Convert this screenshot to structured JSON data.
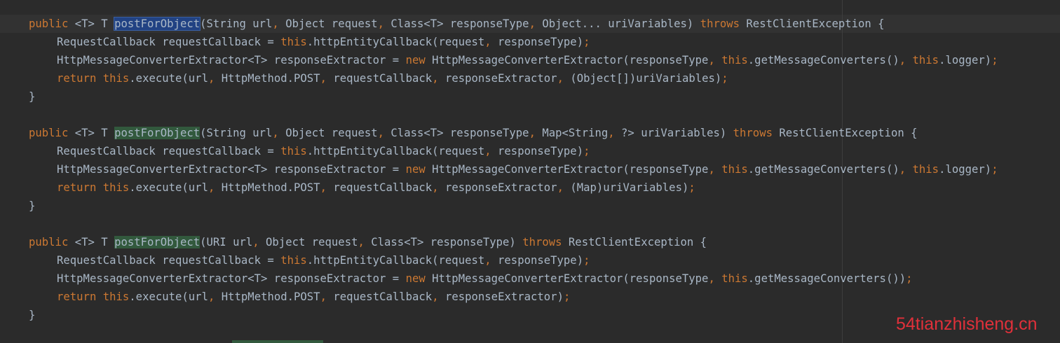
{
  "code": {
    "m1_header": {
      "kw_public": "public",
      "generic_T": "<T>",
      "ret_T": " T ",
      "method": "postForObject",
      "p1": "(String url",
      "c1": ", ",
      "p2": "Object request",
      "c2": ", ",
      "p3": "Class<T> responseType",
      "c3": ", ",
      "p4": "Object... uriVariables) ",
      "kw_throws": "throws",
      "tail": " RestClientException {"
    },
    "m1_line1": {
      "a": "RequestCallback requestCallback = ",
      "this": "this",
      "b": ".httpEntityCallback(request",
      "c": ", ",
      "d": "responseType)",
      "semi": ";"
    },
    "m1_line2": {
      "a": "HttpMessageConverterExtractor<T> responseExtractor = ",
      "new": "new",
      "b": " HttpMessageConverterExtractor(responseType",
      "c": ", ",
      "this1": "this",
      "d": ".getMessageConverters()",
      "c2": ", ",
      "this2": "this",
      "e": ".logger)",
      "semi": ";"
    },
    "m1_line3": {
      "ret": "return",
      "sp": " ",
      "this": "this",
      "a": ".execute(url",
      "c1": ", ",
      "b": "HttpMethod.POST",
      "c2": ", ",
      "d": "requestCallback",
      "c3": ", ",
      "e": "responseExtractor",
      "c4": ", ",
      "f": "(Object[])uriVariables)",
      "semi": ";"
    },
    "close1": "}",
    "m2_header": {
      "kw_public": "public",
      "generic_T": "<T>",
      "ret_T": " T ",
      "method": "postForObject",
      "p1": "(String url",
      "c1": ", ",
      "p2": "Object request",
      "c2": ", ",
      "p3": "Class<T> responseType",
      "c3": ", ",
      "p4": "Map<String",
      "c4": ", ",
      "p5": "?> uriVariables) ",
      "kw_throws": "throws",
      "tail": " RestClientException {"
    },
    "m2_line1": {
      "a": "RequestCallback requestCallback = ",
      "this": "this",
      "b": ".httpEntityCallback(request",
      "c": ", ",
      "d": "responseType)",
      "semi": ";"
    },
    "m2_line2": {
      "a": "HttpMessageConverterExtractor<T> responseExtractor = ",
      "new": "new",
      "b": " HttpMessageConverterExtractor(responseType",
      "c": ", ",
      "this1": "this",
      "d": ".getMessageConverters()",
      "c2": ", ",
      "this2": "this",
      "e": ".logger)",
      "semi": ";"
    },
    "m2_line3": {
      "ret": "return",
      "sp": " ",
      "this": "this",
      "a": ".execute(url",
      "c1": ", ",
      "b": "HttpMethod.POST",
      "c2": ", ",
      "d": "requestCallback",
      "c3": ", ",
      "e": "responseExtractor",
      "c4": ", ",
      "f": "(Map)uriVariables)",
      "semi": ";"
    },
    "close2": "}",
    "m3_header": {
      "kw_public": "public",
      "generic_T": "<T>",
      "ret_T": " T ",
      "method": "postForObject",
      "p1": "(URI url",
      "c1": ", ",
      "p2": "Object request",
      "c2": ", ",
      "p3": "Class<T> responseType) ",
      "kw_throws": "throws",
      "tail": " RestClientException {"
    },
    "m3_line1": {
      "a": "RequestCallback requestCallback = ",
      "this": "this",
      "b": ".httpEntityCallback(request",
      "c": ", ",
      "d": "responseType)",
      "semi": ";"
    },
    "m3_line2": {
      "a": "HttpMessageConverterExtractor<T> responseExtractor = ",
      "new": "new",
      "b": " HttpMessageConverterExtractor(responseType",
      "c": ", ",
      "this1": "this",
      "d": ".getMessageConverters())",
      "semi": ";"
    },
    "m3_line3": {
      "ret": "return",
      "sp": " ",
      "this": "this",
      "a": ".execute(url",
      "c1": ", ",
      "b": "HttpMethod.POST",
      "c2": ", ",
      "d": "requestCallback",
      "c3": ", ",
      "e": "responseExtractor)",
      "semi": ";"
    },
    "close3": "}"
  },
  "watermark": "54tianzhisheng.cn",
  "colors": {
    "background": "#2b2b2b",
    "keyword": "#cc7832",
    "plain": "#a9b7c6",
    "selection": "#214283",
    "usage_highlight": "#32593d",
    "watermark": "#e0303a"
  }
}
